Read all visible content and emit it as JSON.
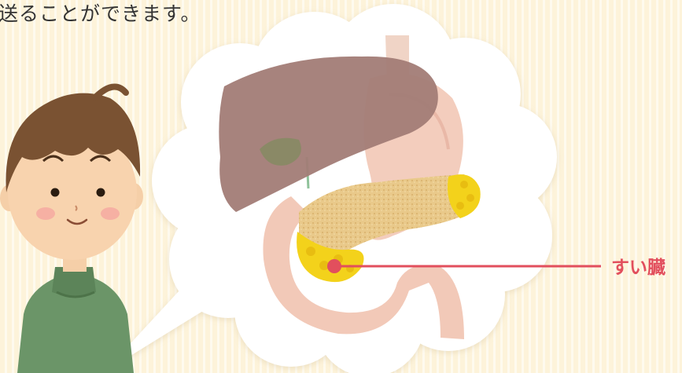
{
  "caption": "送ることができます。",
  "label": {
    "text": "すい臓",
    "color": "#e24f5d"
  },
  "illustration": {
    "character": "boy-in-green-turtleneck",
    "speech_bubble": "cloud-shaped-white-bubble",
    "organs": [
      "liver",
      "stomach",
      "pancreas",
      "duodenum",
      "gallbladder"
    ],
    "highlighted_organ": "pancreas"
  }
}
